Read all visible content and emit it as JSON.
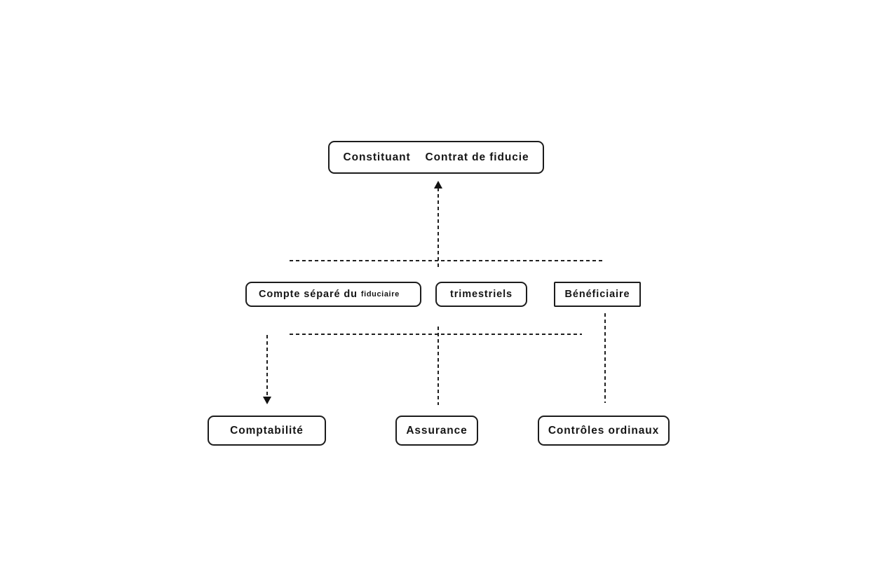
{
  "colors": {
    "background": "#ffffff",
    "box_border": "#1c1c1c",
    "line": "#1f1f1f",
    "text": "#151515"
  },
  "nodes": {
    "contrat": {
      "left": "Constituant",
      "right": "Contrat de fiducie"
    },
    "compte": {
      "main": "Compte séparé du",
      "small": "fiduciaire"
    },
    "trimestriels": {
      "label": "trimestriels"
    },
    "beneficiaire": {
      "label": "Bénéficiaire"
    },
    "comptabilite": {
      "label": "Comptabilité"
    },
    "assurance": {
      "label": "Assurance"
    },
    "controles": {
      "label": "Contrôles ordinaux"
    }
  }
}
